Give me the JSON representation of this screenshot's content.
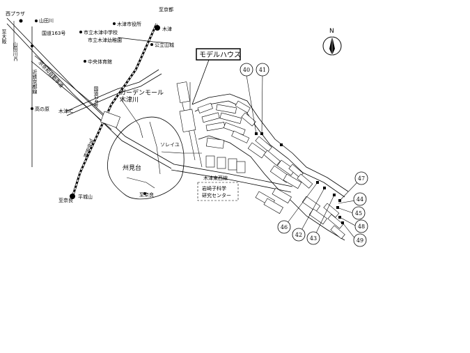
{
  "labels": {
    "nishiplaza": "西プラザ",
    "yamadagawa_station": "山田川",
    "for_kyoto": "至京都",
    "route163": "国道163号",
    "kizu_city_hall": "木津市役所",
    "kizu": "木津",
    "kizu_jhs": "市立木津中学校",
    "kizu_kindergarten": "市立木津幼稚園",
    "koritsu_yamashiro": "公立山城",
    "to_osaka": "至大阪",
    "yamadagawa_ic": "山田川IC",
    "chuo_gym": "中央体育館",
    "keinawa_road": "京奈和自動車道",
    "kintetsu_line": "近鉄京都線",
    "garden_mall": "ガーデンモール",
    "garden_mall_2": "木津川",
    "takanohara": "高の原",
    "kizu_ic": "木津IC",
    "route24": "国道24号",
    "jr_nara_line": "JR奈良線",
    "soreiyu": "ソレイユ",
    "shumidai": "州見台",
    "for_nara": "至奈良",
    "for_nara_2": "至奈良",
    "hirajoyama": "平城山",
    "kizu_higashi": "木津東西線",
    "iwasaki_lab": "岩崎子科学",
    "iwasaki_lab_2": "研究センター",
    "model_house": "モデルハウス",
    "north": "N"
  },
  "markers": [
    {
      "id": "m40",
      "number": "40"
    },
    {
      "id": "m41",
      "number": "41"
    },
    {
      "id": "m47",
      "number": "47"
    },
    {
      "id": "m44",
      "number": "44"
    },
    {
      "id": "m45",
      "number": "45"
    },
    {
      "id": "m48",
      "number": "48"
    },
    {
      "id": "m49",
      "number": "49"
    },
    {
      "id": "m46",
      "number": "46"
    },
    {
      "id": "m42",
      "number": "42"
    },
    {
      "id": "m43",
      "number": "43"
    }
  ]
}
